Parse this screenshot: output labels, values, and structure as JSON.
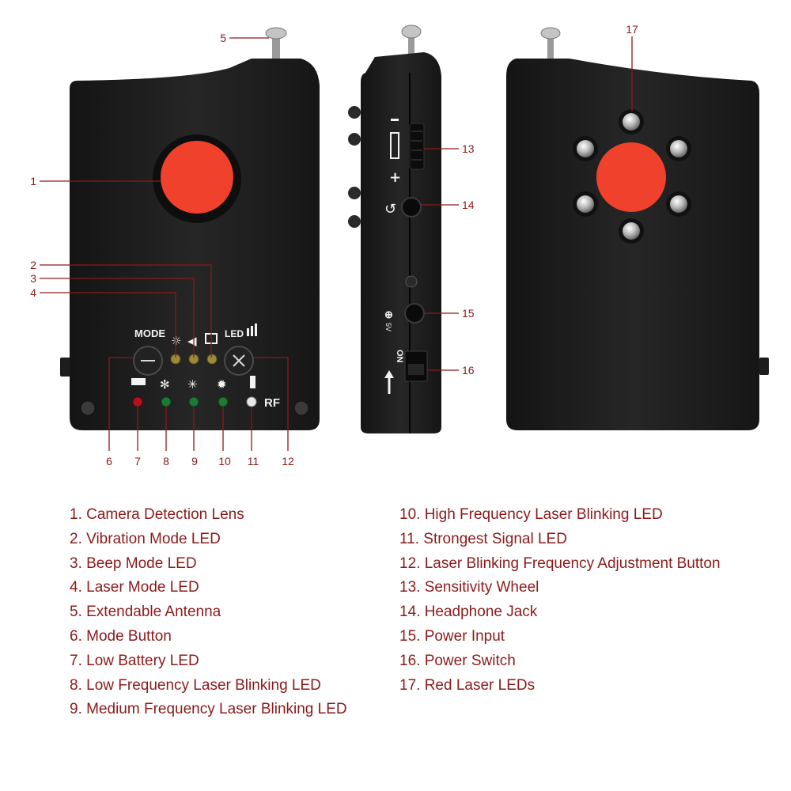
{
  "panel": {
    "mode_label": "MODE",
    "led_label": "LED",
    "rf_label": "RF",
    "on_label": "ON",
    "power_label": "5V"
  },
  "legend": [
    {
      "num": "1",
      "text": "1. Camera Detection Lens"
    },
    {
      "num": "2",
      "text": "2. Vibration Mode LED"
    },
    {
      "num": "3",
      "text": "3. Beep Mode LED"
    },
    {
      "num": "4",
      "text": "4. Laser Mode LED"
    },
    {
      "num": "5",
      "text": "5. Extendable Antenna"
    },
    {
      "num": "6",
      "text": "6. Mode Button"
    },
    {
      "num": "7",
      "text": "7. Low Battery LED"
    },
    {
      "num": "8",
      "text": "8. Low Frequency Laser Blinking LED"
    },
    {
      "num": "9",
      "text": "9. Medium Frequency Laser Blinking LED"
    },
    {
      "num": "10",
      "text": "10. High Frequency Laser Blinking LED"
    },
    {
      "num": "11",
      "text": "11. Strongest Signal LED"
    },
    {
      "num": "12",
      "text": "12. Laser Blinking Frequency Adjustment Button"
    },
    {
      "num": "13",
      "text": "13. Sensitivity Wheel"
    },
    {
      "num": "14",
      "text": "14. Headphone Jack"
    },
    {
      "num": "15",
      "text": "15. Power Input"
    },
    {
      "num": "16",
      "text": "16. Power Switch"
    },
    {
      "num": "17",
      "text": "17. Red Laser LEDs"
    }
  ]
}
